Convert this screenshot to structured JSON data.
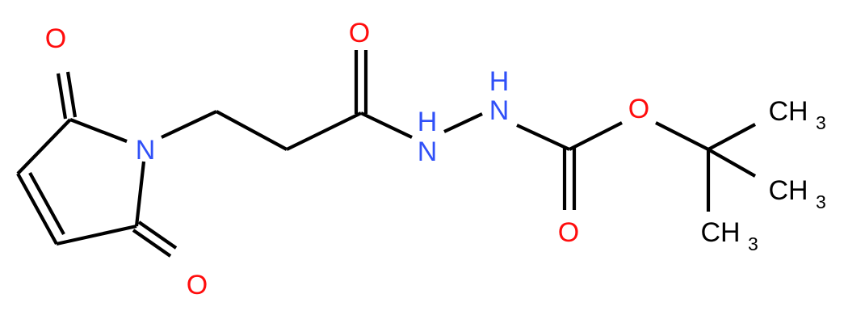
{
  "colors": {
    "oxygen": "#ff0d0d",
    "nitrogen": "#3050f8",
    "carbon": "#000000"
  },
  "atoms": {
    "o_top_left": "O",
    "o_bottom_left": "O",
    "n_ring": "N",
    "o_amide": "O",
    "n_amide": "N",
    "h_amide": "H",
    "n_second": "N",
    "h_second": "H",
    "o_ester": "O",
    "o_carbonyl": "O",
    "ch3_top": "CH",
    "ch3_top_sub": "3",
    "ch3_mid": "CH",
    "ch3_mid_sub": "3",
    "ch3_bottom": "CH",
    "ch3_bottom_sub": "3"
  }
}
